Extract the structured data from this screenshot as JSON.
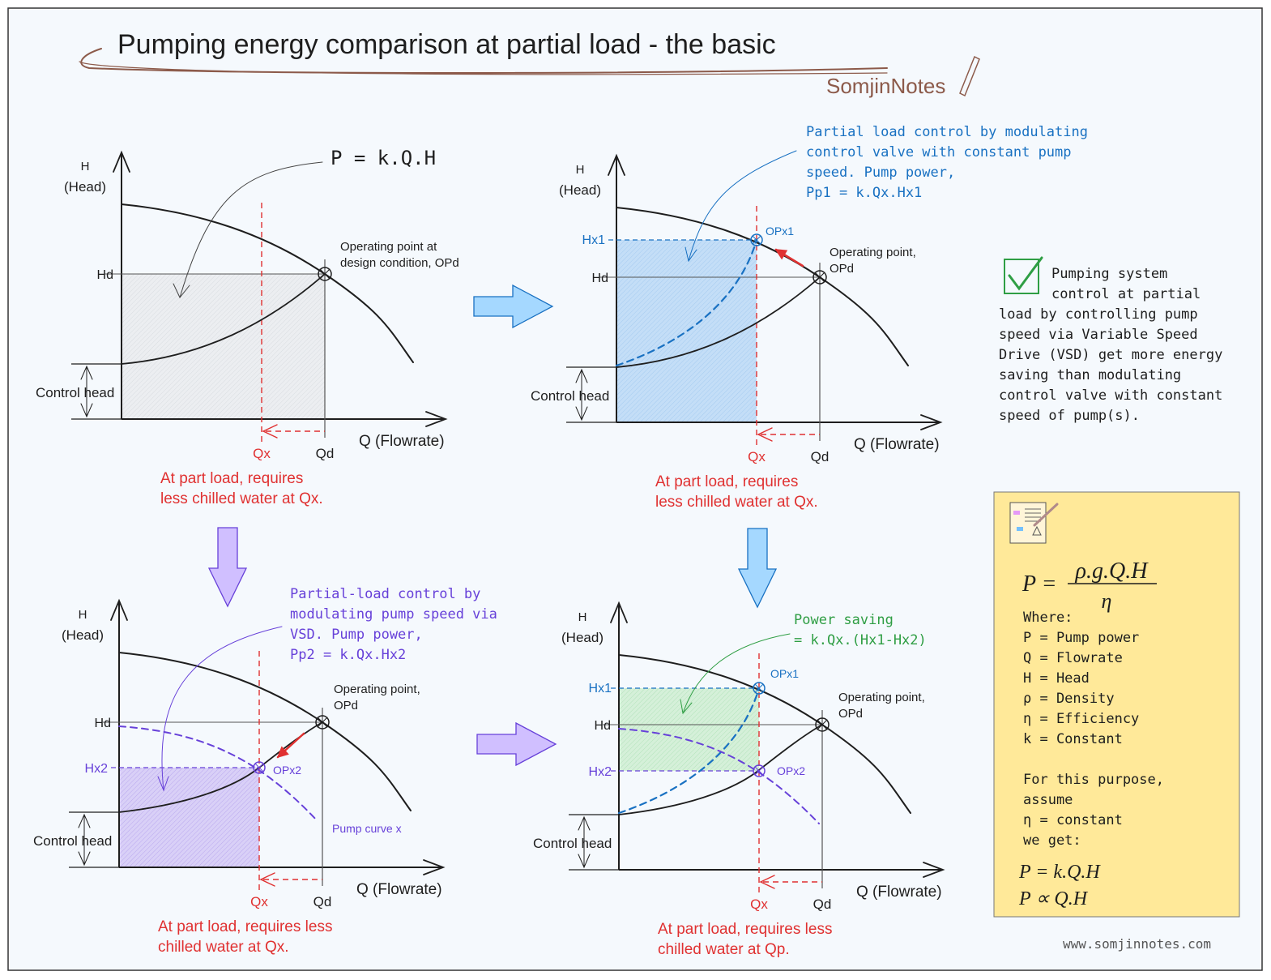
{
  "title": "Pumping energy comparison at partial load - the basic",
  "brand": "SomjinNotes",
  "footer_url": "www.somjinnotes.com",
  "colors": {
    "background": "#f5f9fd",
    "red": "#e03131",
    "blue": "#1971c2",
    "purple": "#6741d9",
    "green": "#2f9e44",
    "note": "#ffec99",
    "brand": "#8c5a4a"
  },
  "icons": [
    "pencil-icon",
    "checkmark-icon",
    "document-icon",
    "arrow-right-icon",
    "arrow-down-icon"
  ],
  "axis": {
    "h": "H",
    "head": "(Head)",
    "q": "Q (Flowrate)",
    "hd": "Hd",
    "qx": "Qx",
    "qd": "Qd",
    "control_head": "Control head",
    "hx1": "Hx1",
    "hx2": "Hx2",
    "opx1": "OPx1",
    "opx2": "OPx2"
  },
  "panels": {
    "design": {
      "formula": "P = k.Q.H",
      "op_label": [
        "Operating point at",
        "design condition, OPd"
      ],
      "caption": [
        "At part load, requires",
        "less chilled water at Qx."
      ]
    },
    "valve": {
      "annotation": [
        "Partial load control by modulating",
        "control valve with constant pump",
        "speed. Pump power,",
        "Pp1 = k.Qx.Hx1"
      ],
      "op_label": [
        "Operating point,",
        "OPd"
      ],
      "caption": [
        "At part load, requires",
        "less chilled water at Qx."
      ]
    },
    "vsd": {
      "annotation": [
        "Partial-load control by",
        "modulating pump speed via",
        "VSD. Pump power,",
        "Pp2 = k.Qx.Hx2"
      ],
      "op_label": [
        "Operating point,",
        "OPd"
      ],
      "pump_curve": "Pump curve x",
      "caption": [
        "At part load, requires less",
        "chilled water at Qx."
      ]
    },
    "saving": {
      "annotation": [
        "Power saving",
        "= k.Qx.(Hx1-Hx2)"
      ],
      "op_label": [
        "Operating point,",
        "OPd"
      ],
      "caption": [
        "At part load, requires less",
        "chilled water at Qp."
      ]
    }
  },
  "conclusion": [
    "Pumping system",
    "control at partial",
    "load by controlling pump",
    "speed via Variable Speed",
    "Drive (VSD) get more energy",
    "saving than modulating",
    "control valve with constant",
    "speed of pump(s)."
  ],
  "note": {
    "formula_lhs": "P =",
    "formula_num": "ρ.g.Q.H",
    "formula_den": "η",
    "lines": [
      "Where:",
      "P = Pump power",
      "Q = Flowrate",
      "H = Head",
      "ρ = Density",
      "η = Efficiency",
      "k = Constant",
      "",
      "For this purpose,",
      "assume",
      "η = constant",
      "we get:"
    ],
    "result1": "P = k.Q.H",
    "result2": "P ∝ Q.H"
  }
}
